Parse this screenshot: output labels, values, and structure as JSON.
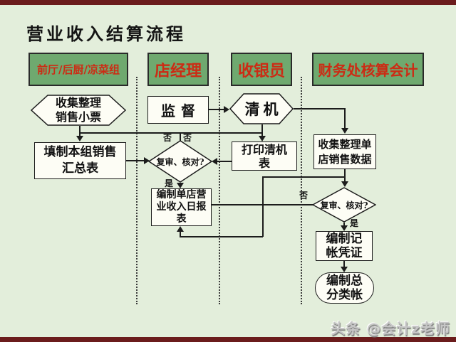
{
  "title": "营业收入结算流程",
  "watermark": "头条 @会计z老师",
  "columns": [
    {
      "label": "前厅/后厨/凉菜组"
    },
    {
      "label": "店经理"
    },
    {
      "label": "收银员"
    },
    {
      "label": "财务处核算会计"
    }
  ],
  "nodes": {
    "collect_tickets": {
      "type": "hexagon",
      "label": "收集整理\n销售小票"
    },
    "fill_group_summary": {
      "type": "rect",
      "label": "填制本组销售\n汇总表"
    },
    "supervise": {
      "type": "rect",
      "label": "监督"
    },
    "review_check_manager": {
      "type": "diamond",
      "label": "复审、核对?"
    },
    "store_daily_report": {
      "type": "rect",
      "label": "编制单店营\n业收入日报\n表"
    },
    "clear_machine": {
      "type": "hexagon",
      "label": "清机"
    },
    "print_clear_report": {
      "type": "rect",
      "label": "打印清机\n表"
    },
    "collect_store_sales": {
      "type": "rect",
      "label": "收集整理单\n店销售数据"
    },
    "review_check_finance": {
      "type": "diamond",
      "label": "复审、核对?"
    },
    "make_voucher": {
      "type": "rect",
      "label": "编制记\n帐凭证"
    },
    "general_ledger": {
      "type": "stadium",
      "label": "编制总\n分类帐"
    }
  },
  "branch_labels": {
    "no": "否",
    "yes": "是"
  },
  "colors": {
    "background": "#e3eedb",
    "edge_bar": "#6b1c1c",
    "header_fill": "#6fa96f",
    "header_text": "#cc2b14",
    "shape_fill": "#fdfdf5",
    "line": "#1c1c1c",
    "watermark": "#c6c6c6"
  }
}
